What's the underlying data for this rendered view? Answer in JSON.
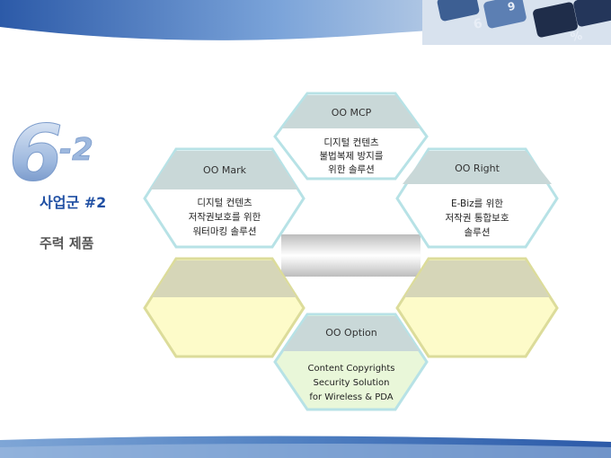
{
  "slide": {
    "number_main": "6",
    "number_sub": "-2",
    "group_title": "사업군 #2",
    "subtitle": "주력 제품"
  },
  "hexagons": [
    {
      "id": "mcp",
      "title": "OO MCP",
      "lines": [
        "디지털 컨텐츠",
        "불법복제 방지를",
        "위한 솔루션"
      ]
    },
    {
      "id": "mark",
      "title": "OO Mark",
      "lines": [
        "디지털 컨텐츠",
        "저작권보호를 위한",
        "워터마킹 솔루션"
      ]
    },
    {
      "id": "right",
      "title": "OO Right",
      "lines": [
        "E-Biz를 위한",
        "저작권 통합보호",
        "솔루션"
      ]
    },
    {
      "id": "option",
      "title": "OO Option",
      "lines": [
        "Content Copyrights",
        "Security Solution",
        "for Wireless & PDA"
      ]
    },
    {
      "id": "empty-left",
      "title": "",
      "lines": []
    },
    {
      "id": "empty-right",
      "title": "",
      "lines": []
    }
  ],
  "colors": {
    "teal_border": "#b7e2e6",
    "teal_top": "#c9d8d8",
    "yellow_border": "#dcdc9a",
    "yellow_top": "#d6d6b8",
    "yellow_fill": "#fdfbc9",
    "accent_blue": "#1f4fa3"
  }
}
